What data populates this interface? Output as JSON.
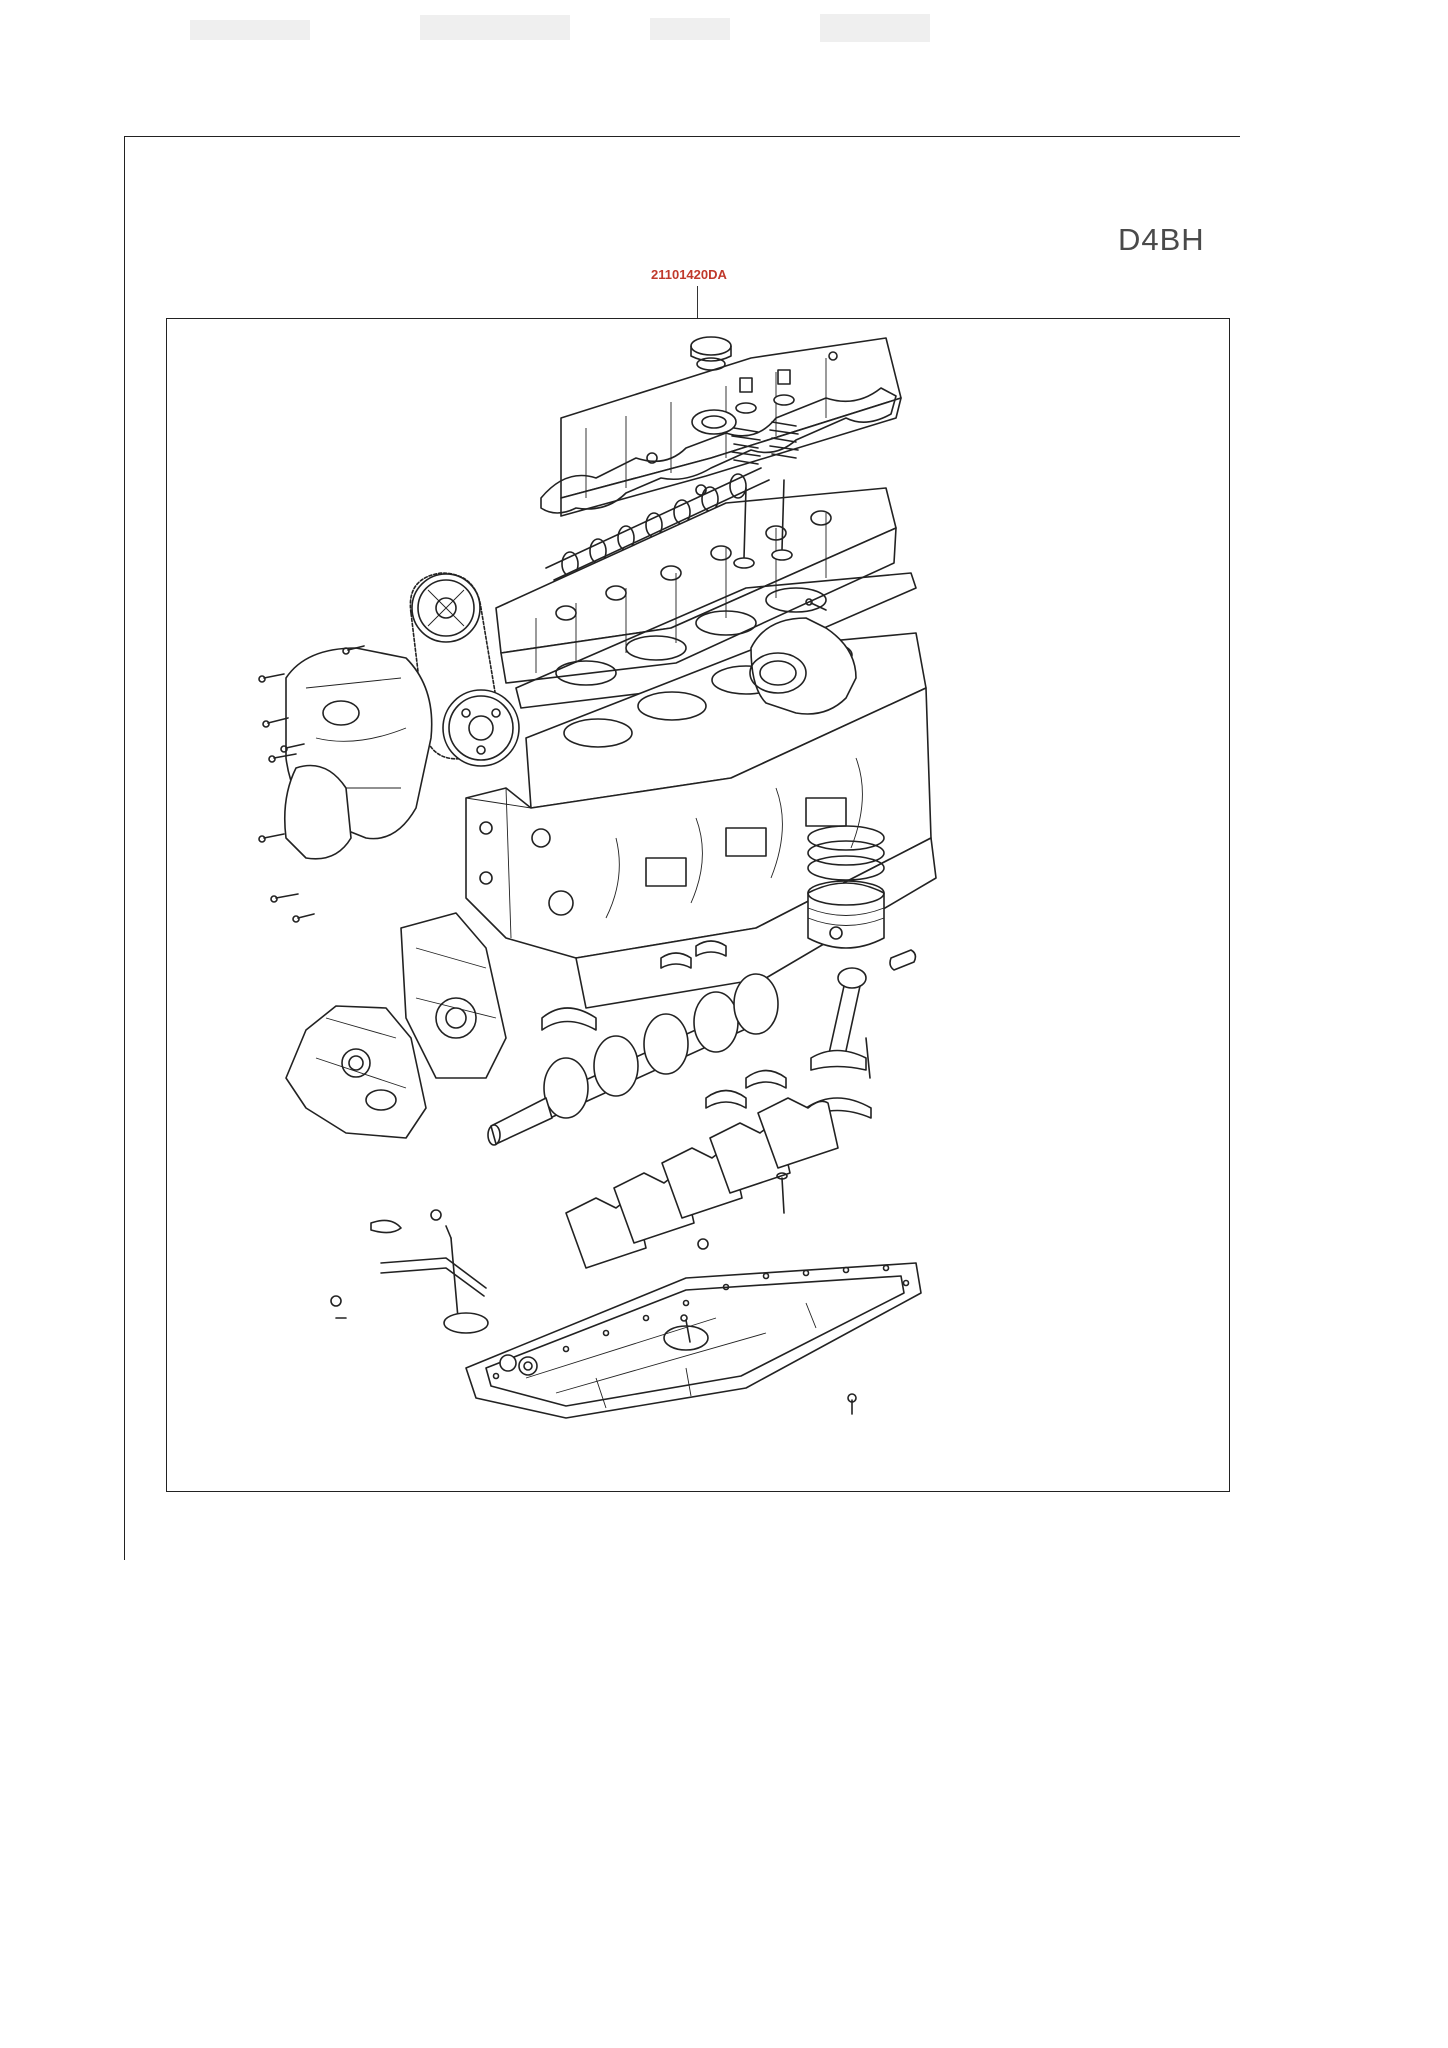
{
  "diagram": {
    "model_code": "D4BH",
    "part_number": "21101420DA"
  },
  "colors": {
    "part_number_text": "#c0392b",
    "line_art": "#222222",
    "model_code_text": "#4a4a4a"
  },
  "components": [
    "oil-filler-cap",
    "rocker-cover",
    "rocker-cover-gasket",
    "camshaft",
    "cylinder-head",
    "head-gasket",
    "cylinder-block",
    "timing-belt",
    "camshaft-sprocket",
    "crankshaft-sprocket",
    "timing-belt-cover",
    "timing-cover-bolts",
    "valve",
    "valve-spring",
    "valve-retainer",
    "injection-pump-bracket",
    "piston",
    "piston-rings",
    "piston-pin",
    "connecting-rod",
    "con-rod-bearing",
    "crankshaft",
    "main-bearing-shells",
    "main-bearing-caps",
    "front-case",
    "oil-pump-housing",
    "oil-strainer",
    "oil-pan",
    "drain-plug"
  ]
}
